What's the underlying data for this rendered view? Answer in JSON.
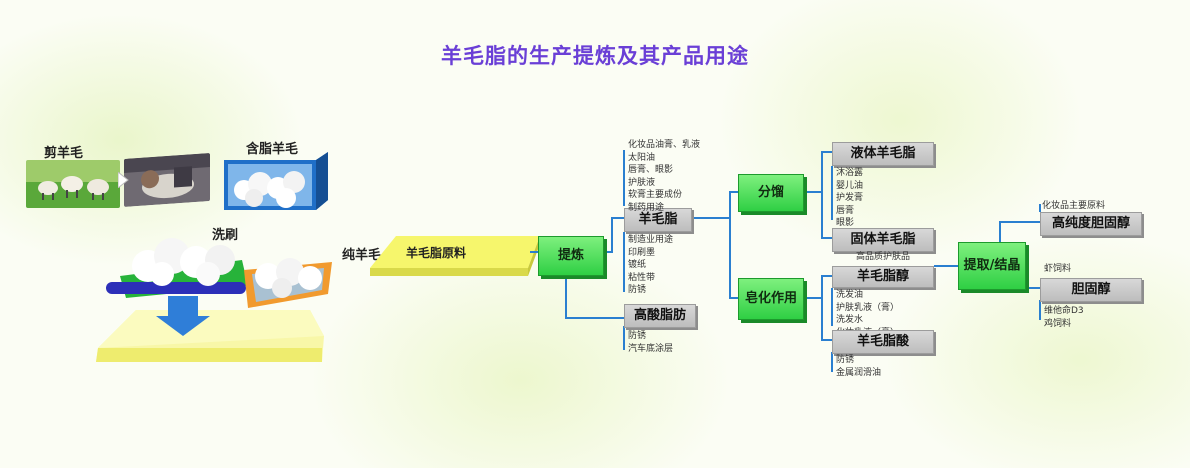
{
  "title": "羊毛脂的生产提炼及其产品用途",
  "photos": {
    "shearing": "剪羊毛",
    "raw_wool": "含脂羊毛",
    "washing": "洗刷",
    "pure_wool": "纯羊毛"
  },
  "nodes": {
    "raw_lanolin": "羊毛脂原料",
    "refine": "提炼",
    "lanolin": "羊毛脂",
    "acid_soap": "高酸脂肪",
    "separate": "分馏",
    "saponify": "皂化作用",
    "liquid_lanolin": "液体羊毛脂",
    "solid_lanolin": "固体羊毛脂",
    "lanolin_alcohol": "羊毛脂醇",
    "lanolin_acid": "羊毛脂酸",
    "extract": "提取/结晶",
    "high_purity_cholesterol": "高纯度胆固醇",
    "cholesterol": "胆固醇"
  },
  "lists": {
    "lanolin_uses_top": [
      "化妆品油膏、乳液",
      "太阳油",
      "唇膏、眼影",
      "护肤液",
      "软膏主要成份",
      "制药用途"
    ],
    "lanolin_uses_bottom": [
      "制造业用途",
      "印刷墨",
      "镀纸",
      "粘性带",
      "防锈"
    ],
    "acid_uses": [
      "防锈",
      "汽车底涂层"
    ],
    "liquid_uses": [
      "沐浴露",
      "婴儿油",
      "护发膏",
      "唇膏",
      "眼影"
    ],
    "solid_uses": [
      "高品质护肤品"
    ],
    "alcohol_uses": [
      "洗发油",
      "护肤乳液（膏）",
      "洗发水",
      "化妆乳液（膏）"
    ],
    "acid2_uses": [
      "防锈",
      "金属润滑油"
    ],
    "hp_cholesterol_uses": [
      "化妆品主要原料"
    ],
    "cholesterol_uses_top": [
      "虾饲料"
    ],
    "cholesterol_uses_bottom": [
      "维他命D3",
      "鸡饲料"
    ]
  },
  "colors": {
    "title": "#6a3fd6",
    "green": "#2fcf44",
    "gray": "#c8c8c8",
    "connector": "#2a7fd0",
    "yellow": "#f5f56a"
  }
}
